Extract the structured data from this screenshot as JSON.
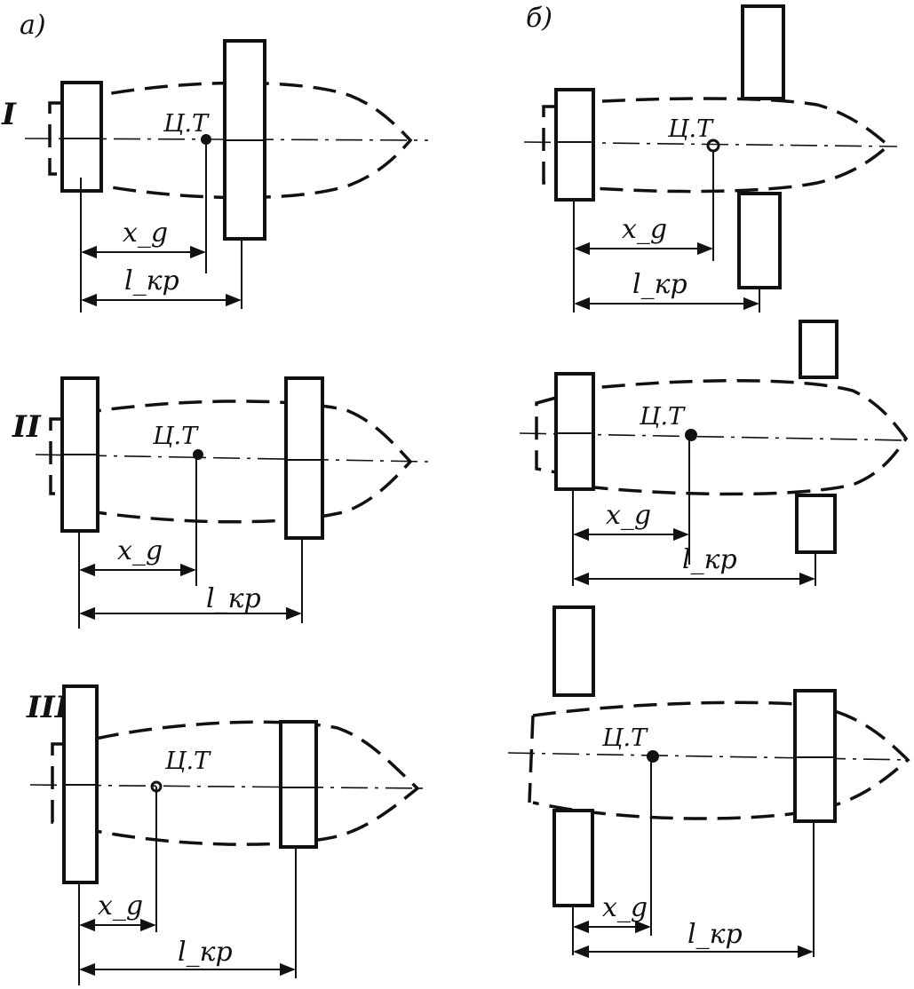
{
  "panels": {
    "a": "а)",
    "b": "б)"
  },
  "rows": {
    "r1": "I",
    "r2": "II",
    "r3": "III"
  },
  "labels": {
    "cg": "Ц.Т",
    "xg": "x_g",
    "lkr": "l_кр"
  }
}
